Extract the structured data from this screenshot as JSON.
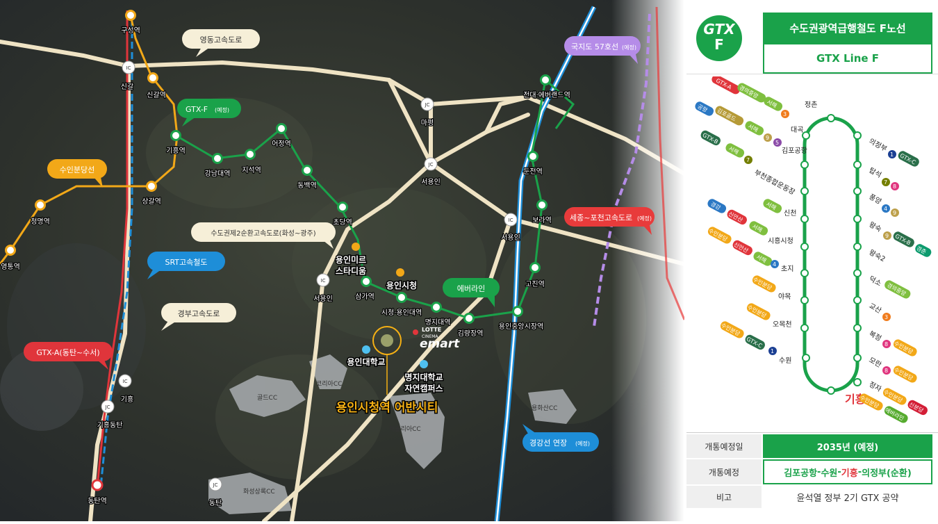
{
  "map": {
    "callouts": {
      "yeongdong": "영동고속도로",
      "gtxf": "GTX-F",
      "gtxf_note": "(예정)",
      "suinbundang": "수인분당선",
      "ring2": "수도권제2순환고속도로(화성~광주)",
      "srt": "SRT고속철도",
      "gyeongbu": "경부고속도로",
      "gtxa": "GTX-A(동탄~수서)",
      "everline": "에버라인",
      "route57": "국지도 57호선",
      "route57_note": "(예정)",
      "sejong": "세종~포천고속도로",
      "sejong_note": "(예정)",
      "gyeonggang": "경강선 연장",
      "gyeonggang_note": "(예정)"
    },
    "stations": {
      "guseong": "구성역",
      "singal": "신갈역",
      "giheung": "기흥역",
      "gangnam_univ": "강남대역",
      "jiseok": "지석역",
      "eojeong": "어정역",
      "dongbaek": "동백역",
      "chodang": "초당역",
      "samga": "삼가역",
      "cityhall": "시청·용인대역",
      "myongji": "명지대역",
      "gimnyangjang": "김량장역",
      "yongin_central": "용인중앙시장역",
      "gojin": "고진역",
      "borajeong": "보라역",
      "dunjeon": "둔전역",
      "everland": "전대·에버랜드역",
      "sanggal": "상갈역",
      "cheongmyeong": "청명역",
      "yeongtong": "영통역",
      "dongtan": "동탄역",
      "giheung_dongtan": "기흥동탄"
    },
    "ic": {
      "label": "IC",
      "jc": "JC",
      "singal_ic": "신갈",
      "macheon": "마평",
      "seoyongin": "서용인",
      "seoyongin2": "서용인",
      "yongin_ic": "서용인",
      "giheung_ic": "기흥",
      "giheung_dongtan_ic": "기흥동탄",
      "dongtan_ic": "동탄",
      "yongin_jc": "서용인"
    },
    "poi": {
      "mireu_1": "용인미르",
      "mireu_2": "스타디움",
      "cityhall": "용인시청",
      "lotte_1": "LOTTE",
      "lotte_2": "CINEMA",
      "emart": "emart",
      "yongin_univ": "용인대학교",
      "myongji_1": "명지대학교",
      "myongji_2": "자연캠퍼스",
      "site": "용인시청역 어반시티"
    },
    "golf": {
      "kokri": "코리아CC",
      "golden": "골드CC",
      "haesol": "해솔리아CC",
      "yonghwa": "용화산CC",
      "hwaseong": "화성상록CC"
    }
  },
  "panel": {
    "logo_top": "GTX",
    "logo_bottom": "F",
    "title_kr": "수도권광역급행철도 F노선",
    "title_en": "GTX Line F",
    "ring_stations_left": [
      "대곡",
      "김포공항",
      "부천종합운동장",
      "신천",
      "시흥시청",
      "초지",
      "야목",
      "오목천",
      "수원"
    ],
    "ring_stations_right": [
      "의정부",
      "탑석",
      "풍양",
      "왕숙",
      "왕숙2",
      "덕소",
      "교산",
      "복정",
      "모란",
      "정자"
    ],
    "ring_top": "정촌",
    "ring_bottom": "기흥",
    "line_tags": {
      "gtxa": "GTX-A",
      "gyeongui": "경의중앙",
      "seohae": "서해",
      "gonghang": "공항",
      "gimpo_gold": "김포골드",
      "gtxb": "GTX-B",
      "gyeonggang": "경강",
      "sinansan": "신안산",
      "suinbundang": "수인분당",
      "gtxc": "GTX-C",
      "gyeongchun": "경춘",
      "sinbundang": "신분당",
      "everline": "에버라인",
      "n1": "1",
      "n3": "3",
      "n4": "4",
      "n5": "5",
      "n7": "7",
      "n8": "8",
      "n9": "9"
    },
    "table": {
      "row1_label": "개통예정일",
      "row1_value": "2035년 (예정)",
      "row2_label": "개통예정",
      "row2_a": "김포공항",
      "row2_b": "수원",
      "row2_c": "기흥",
      "row2_d": "의정부(순환)",
      "row3_label": "비고",
      "row3_value": "윤석열 정부 2기 GTX 공약"
    }
  },
  "colors": {
    "gtx_green": "#1aa24a",
    "gtx_a_red": "#e0353b",
    "srt_blue": "#1e8ed8",
    "suinbundang_yellow": "#f2a818",
    "highway": "#efe3c4",
    "route57": "#b58ce8",
    "sejong": "#e83b3b",
    "site_gold": "#f5b014"
  }
}
